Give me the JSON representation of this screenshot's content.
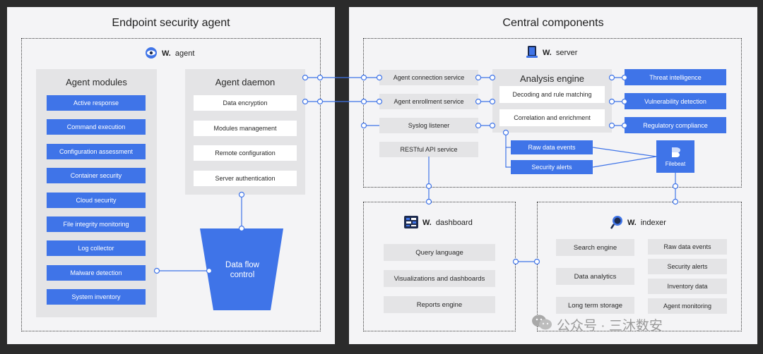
{
  "left": {
    "title": "Endpoint security agent",
    "agent_label_brand": "W.",
    "agent_label_text": "agent",
    "modules_title": "Agent modules",
    "modules": [
      "Active response",
      "Command execution",
      "Configuration assessment",
      "Container security",
      "Cloud security",
      "File integrity monitoring",
      "Log collector",
      "Malware detection",
      "System inventory"
    ],
    "daemon_title": "Agent daemon",
    "daemon_items": [
      "Data encryption",
      "Modules management",
      "Remote configuration",
      "Server authentication"
    ],
    "dataflow_line1": "Data flow",
    "dataflow_line2": "control"
  },
  "right": {
    "title": "Central components",
    "server_brand": "W.",
    "server_text": "server",
    "services": [
      "Agent connection service",
      "Agent enrollment service",
      "Syslog listener",
      "RESTful API service"
    ],
    "analysis_title": "Analysis engine",
    "analysis_items": [
      "Decoding and rule matching",
      "Correlation and enrichment"
    ],
    "outputs": [
      "Threat intelligence",
      "Vulnerability detection",
      "Regulatory compliance"
    ],
    "events": [
      "Raw data events",
      "Security alerts"
    ],
    "filebeat": "Filebeat",
    "dashboard_brand": "W.",
    "dashboard_text": "dashboard",
    "dashboard_items": [
      "Query language",
      "Visualizations and dashboards",
      "Reports engine"
    ],
    "indexer_brand": "W.",
    "indexer_text": "indexer",
    "indexer_left": [
      "Search engine",
      "Data analytics",
      "Long term storage"
    ],
    "indexer_right": [
      "Raw data events",
      "Security alerts",
      "Inventory data",
      "Agent monitoring"
    ]
  },
  "watermark": "公众号 · 三沐数安",
  "colors": {
    "accent": "#3f74e8",
    "panel": "#f4f4f6",
    "box": "#e4e4e6"
  }
}
